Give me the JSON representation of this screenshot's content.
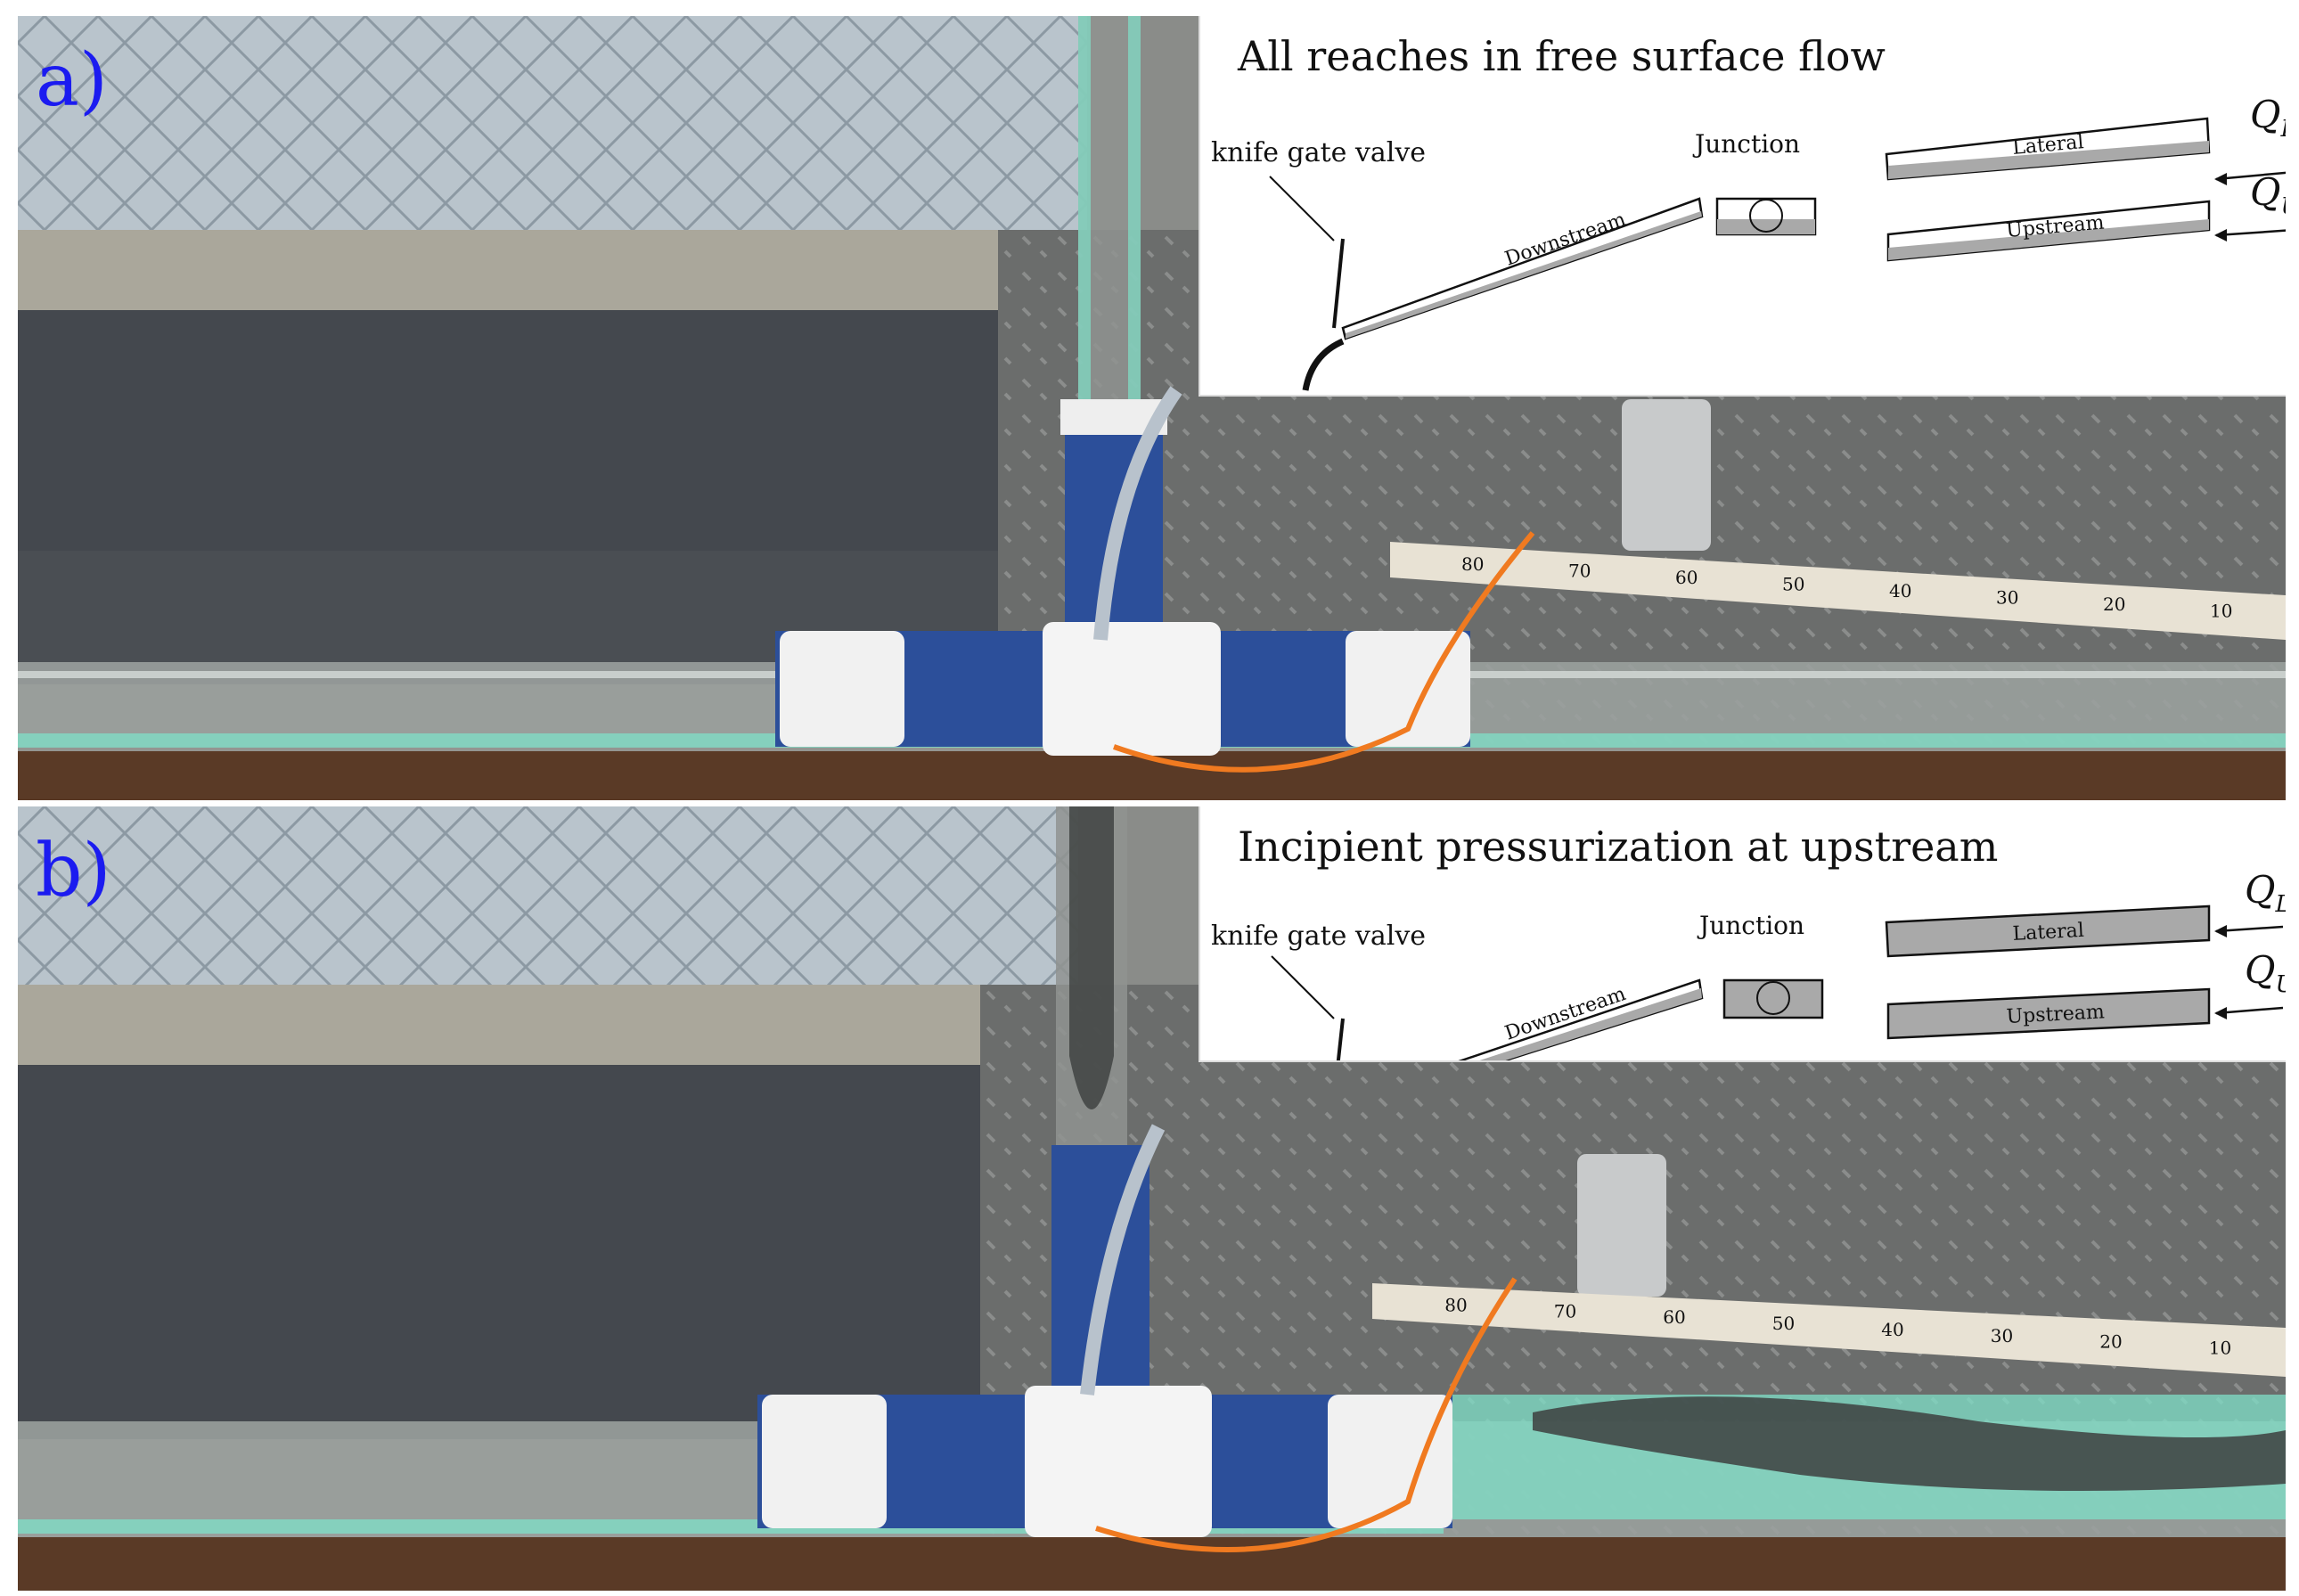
{
  "panels": [
    {
      "letter": "a)",
      "title": "All reaches in free surface flow",
      "labels": {
        "valve": "knife gate valve",
        "junction": "Junction",
        "downstream": "Downstream",
        "lateral": "Lateral",
        "upstream": "Upstream",
        "ql": "Q",
        "ql_sub": "L",
        "qu": "Q",
        "qu_sub": "U"
      },
      "state": {
        "lateral_filled": false,
        "upstream_filled": false,
        "junction_filled": false
      }
    },
    {
      "letter": "b)",
      "title": "Incipient pressurization at upstream",
      "labels": {
        "valve": "knife gate valve",
        "junction": "Junction",
        "downstream": "Downstream",
        "lateral": "Lateral",
        "upstream": "Upstream",
        "ql": "Q",
        "ql_sub": "L",
        "qu": "Q",
        "qu_sub": "U"
      },
      "state": {
        "lateral_filled": true,
        "upstream_filled": true,
        "junction_filled": true
      }
    }
  ],
  "colors": {
    "water_fill": "#a9a9a9",
    "panel_letter": "#1b1bf0",
    "tube_water": "#7fe0c8",
    "tape_blue": "#2c4f9a"
  },
  "scale_ticks": [
    "10",
    "20",
    "30",
    "40",
    "50",
    "60",
    "70",
    "80"
  ]
}
